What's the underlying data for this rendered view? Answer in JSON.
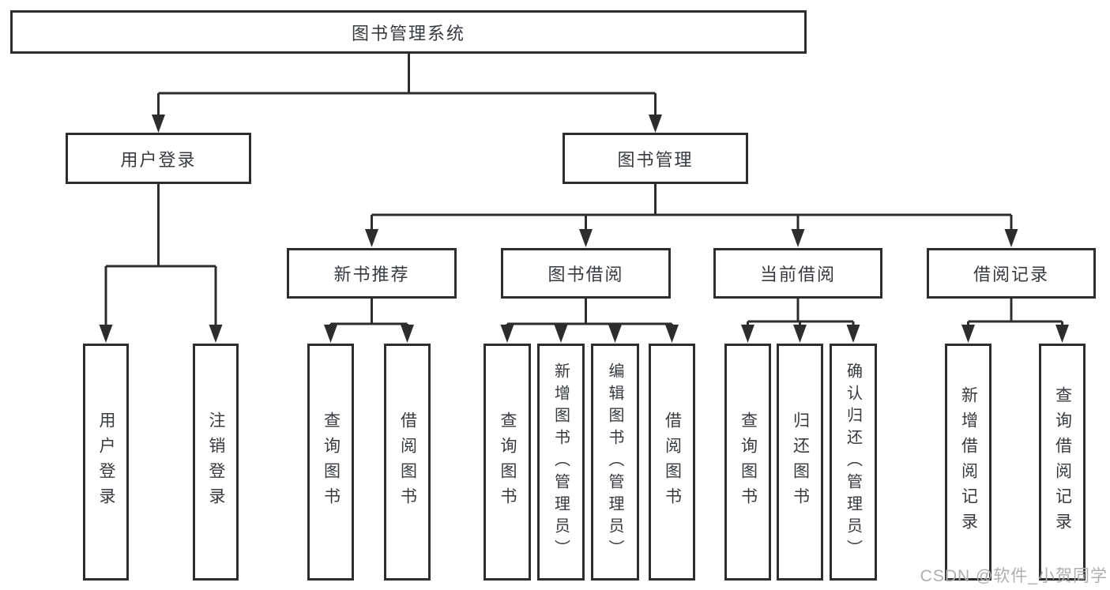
{
  "diagram": {
    "root": "图书管理系统",
    "level2": {
      "user_login": "用户登录",
      "book_management": "图书管理"
    },
    "level3": {
      "new_book_recommend": "新书推荐",
      "book_borrowing": "图书借阅",
      "current_borrowing": "当前借阅",
      "borrowing_records": "借阅记录"
    },
    "leaves": {
      "user_login": "用户登录",
      "logout": "注销登录",
      "nb_query_books": "查询图书",
      "nb_borrow_books": "借阅图书",
      "bb_query_books": "查询图书",
      "bb_add_books": "新增图书（管理员）",
      "bb_edit_books": "编辑图书（管理员）",
      "bb_borrow_books": "借阅图书",
      "cb_query_books": "查询图书",
      "cb_return_books": "归还图书",
      "cb_confirm_return": "确认归还（管理员）",
      "br_add_record": "新增借阅记录",
      "br_query_record": "查询借阅记录"
    },
    "watermark": "CSDN @软件_小贺同学",
    "colors": {
      "line": "#2d2d2d",
      "box_border": "#2d2d2d",
      "text": "#373a3e",
      "watermark": "#aeaeae",
      "background": "#ffffff"
    }
  }
}
